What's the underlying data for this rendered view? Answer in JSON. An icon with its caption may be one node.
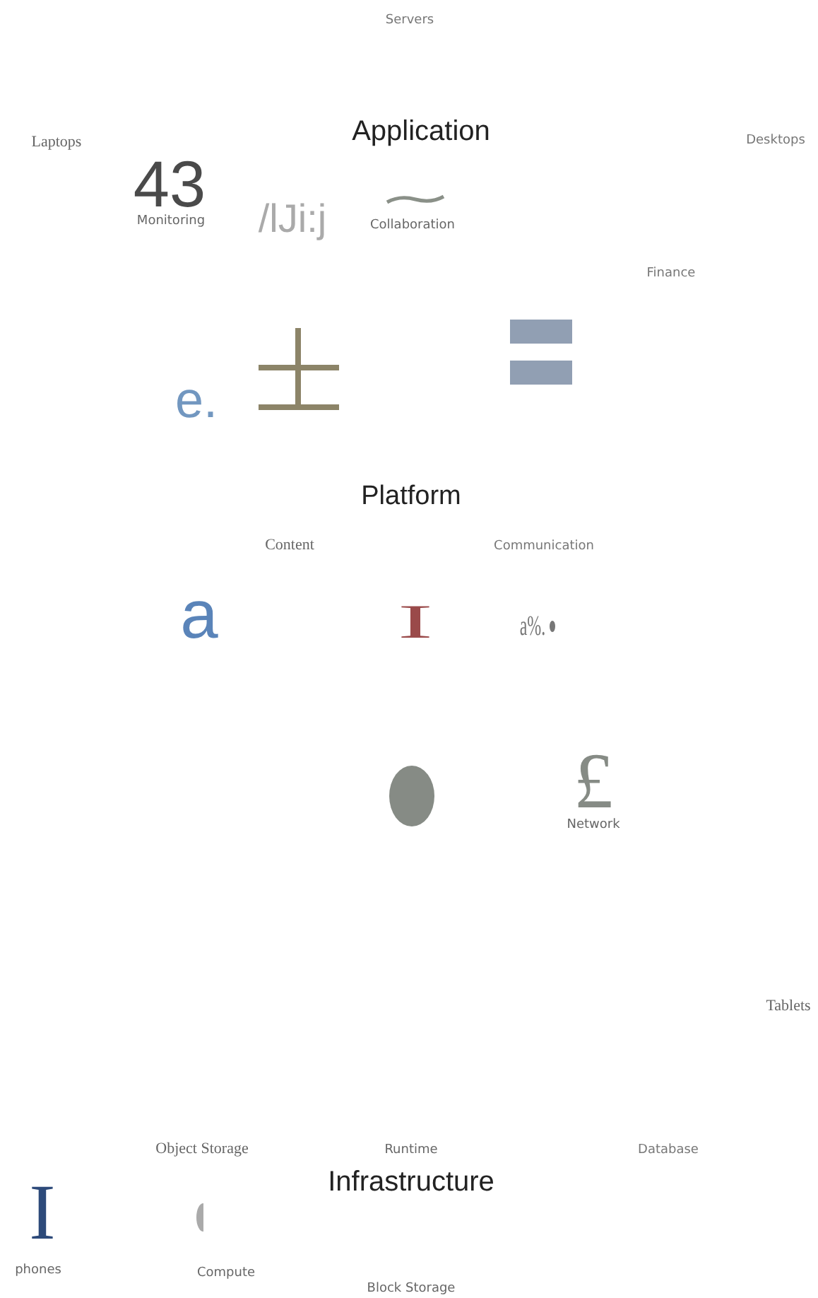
{
  "diagram": {
    "labels": [
      "Servers",
      "Application",
      "Laptops",
      "Desktops",
      "43",
      "Monitoring",
      "/lJi:j",
      "Collaboration",
      "Finance",
      "e.",
      "Platform",
      "Content",
      "Communication",
      "a",
      "I",
      "a%.",
      "£",
      "Network",
      "Tablets",
      "Object Storage",
      "Runtime",
      "Database",
      "Infrastructure",
      "I",
      "phones",
      "Compute",
      "Block Storage"
    ]
  }
}
